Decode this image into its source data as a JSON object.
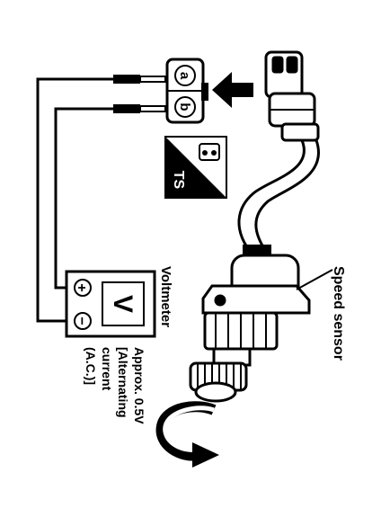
{
  "labels": {
    "speed_sensor": "Speed sensor",
    "voltmeter": "Voltmeter",
    "voltmeter_face": "V",
    "plus": "+",
    "minus": "−",
    "terminal_a": "a",
    "terminal_b": "b",
    "badge_text": "TS",
    "reading_line1": "Approx. 0.5V",
    "reading_line2": "[Alternating",
    "reading_line3": "current",
    "reading_line4": "(A.C.)]"
  },
  "icons": [
    "arrow-left-icon",
    "rotation-arrow-icon",
    "tester-badge-icon"
  ],
  "colors": {
    "ink": "#000000",
    "paper": "#ffffff"
  }
}
